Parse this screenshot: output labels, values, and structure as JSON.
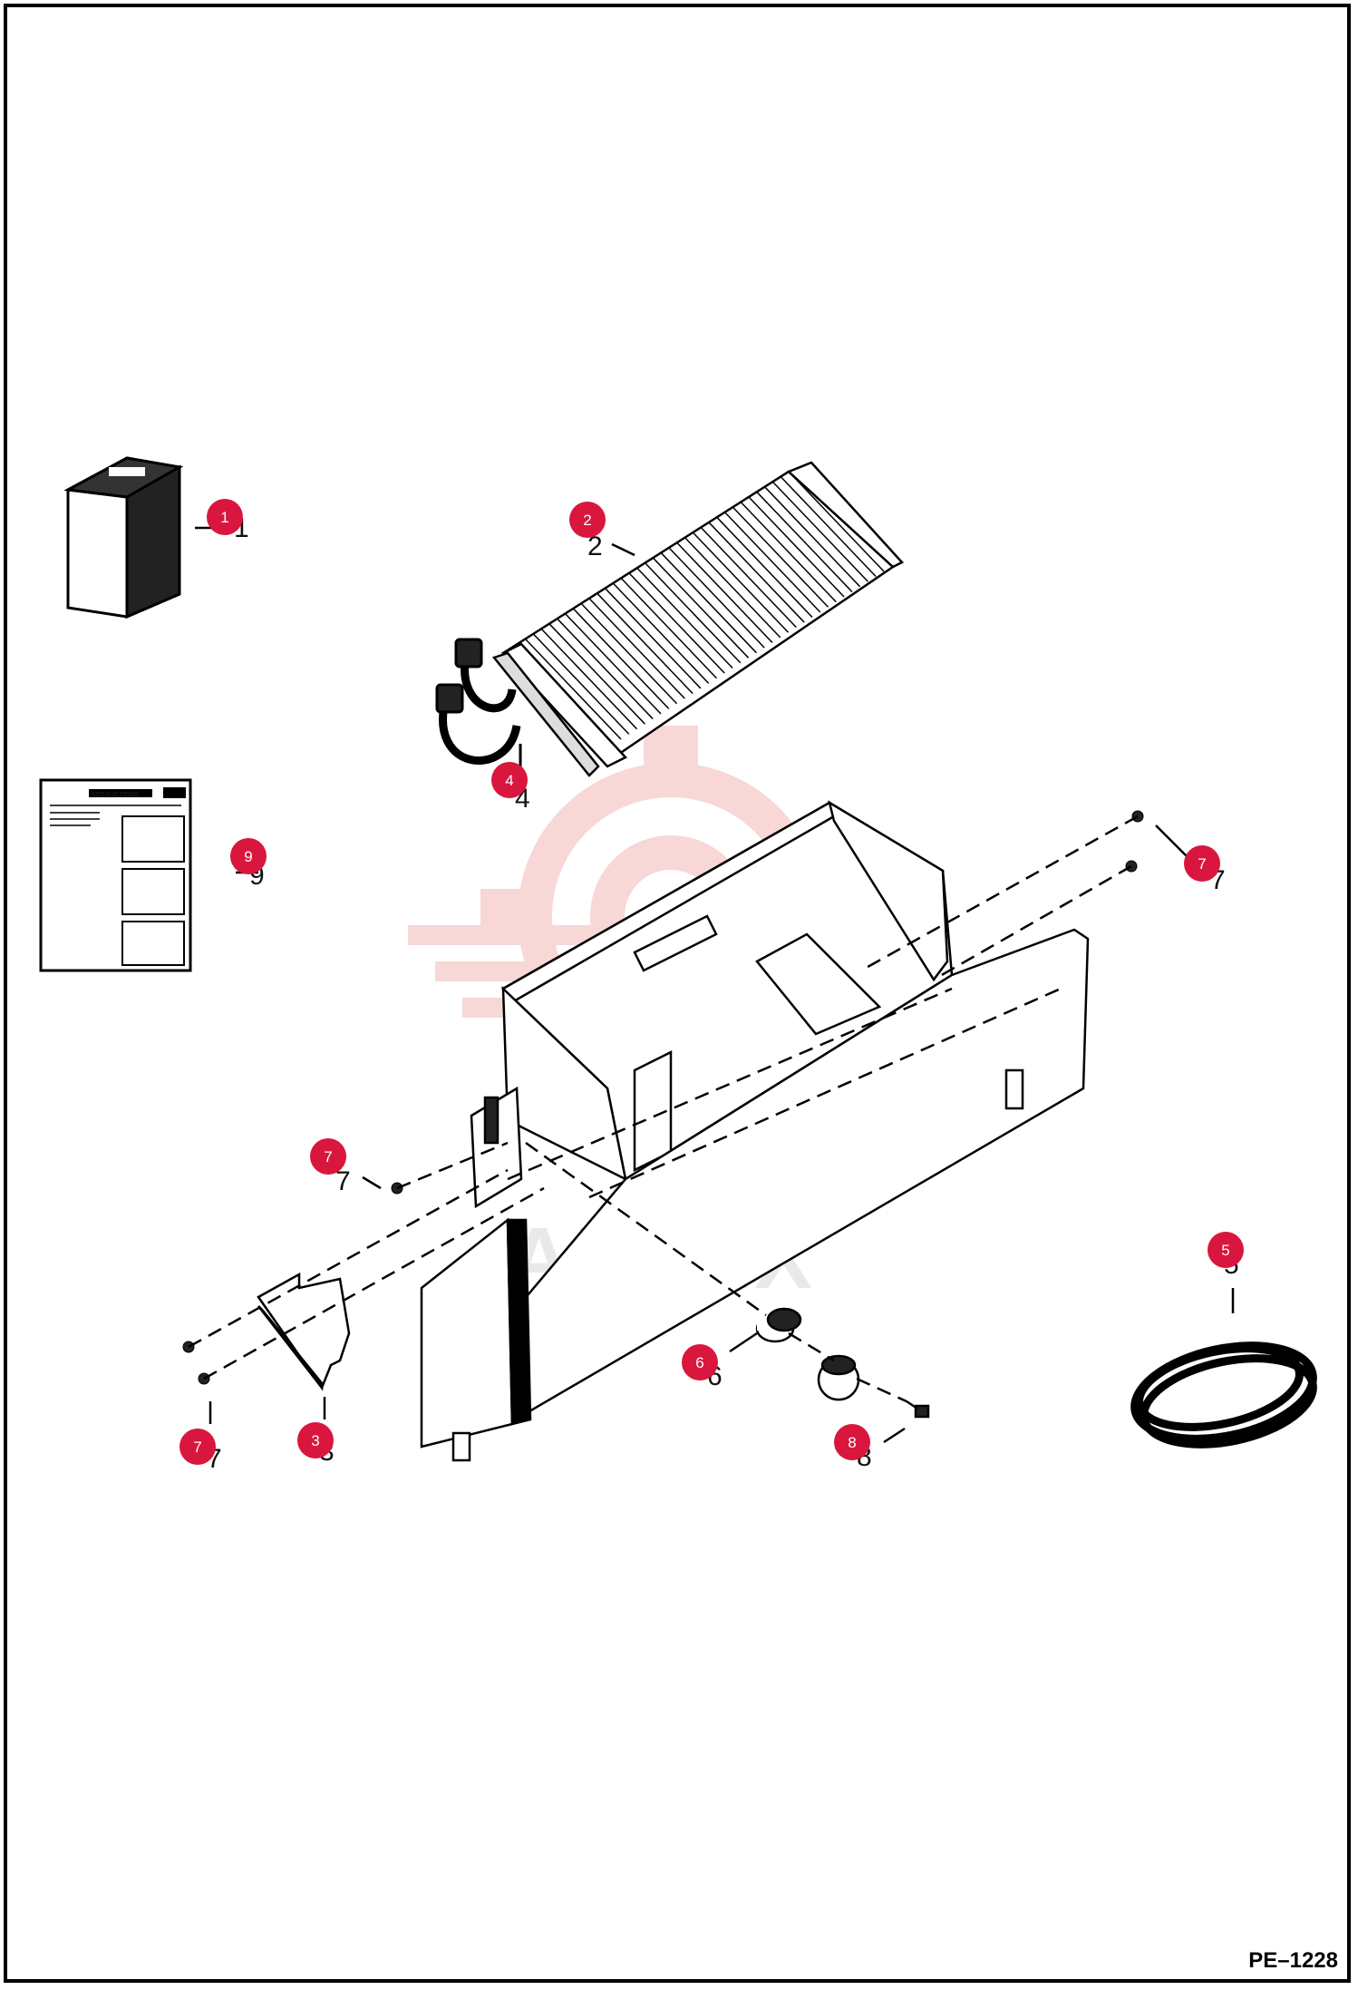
{
  "diagram": {
    "reference_code": "PE–1228",
    "watermark_text": "APTEX",
    "callout_color": "#d9163d",
    "callouts": [
      {
        "id": "c1",
        "label": "1"
      },
      {
        "id": "c2",
        "label": "2"
      },
      {
        "id": "c3",
        "label": "3"
      },
      {
        "id": "c4",
        "label": "4"
      },
      {
        "id": "c5",
        "label": "5"
      },
      {
        "id": "c6",
        "label": "6"
      },
      {
        "id": "c7a",
        "label": "7"
      },
      {
        "id": "c7b",
        "label": "7"
      },
      {
        "id": "c7c",
        "label": "7"
      },
      {
        "id": "c8",
        "label": "8"
      },
      {
        "id": "c9",
        "label": "9"
      }
    ],
    "instruction_sheet": {
      "heading": "INSTRUCTIONS"
    }
  }
}
